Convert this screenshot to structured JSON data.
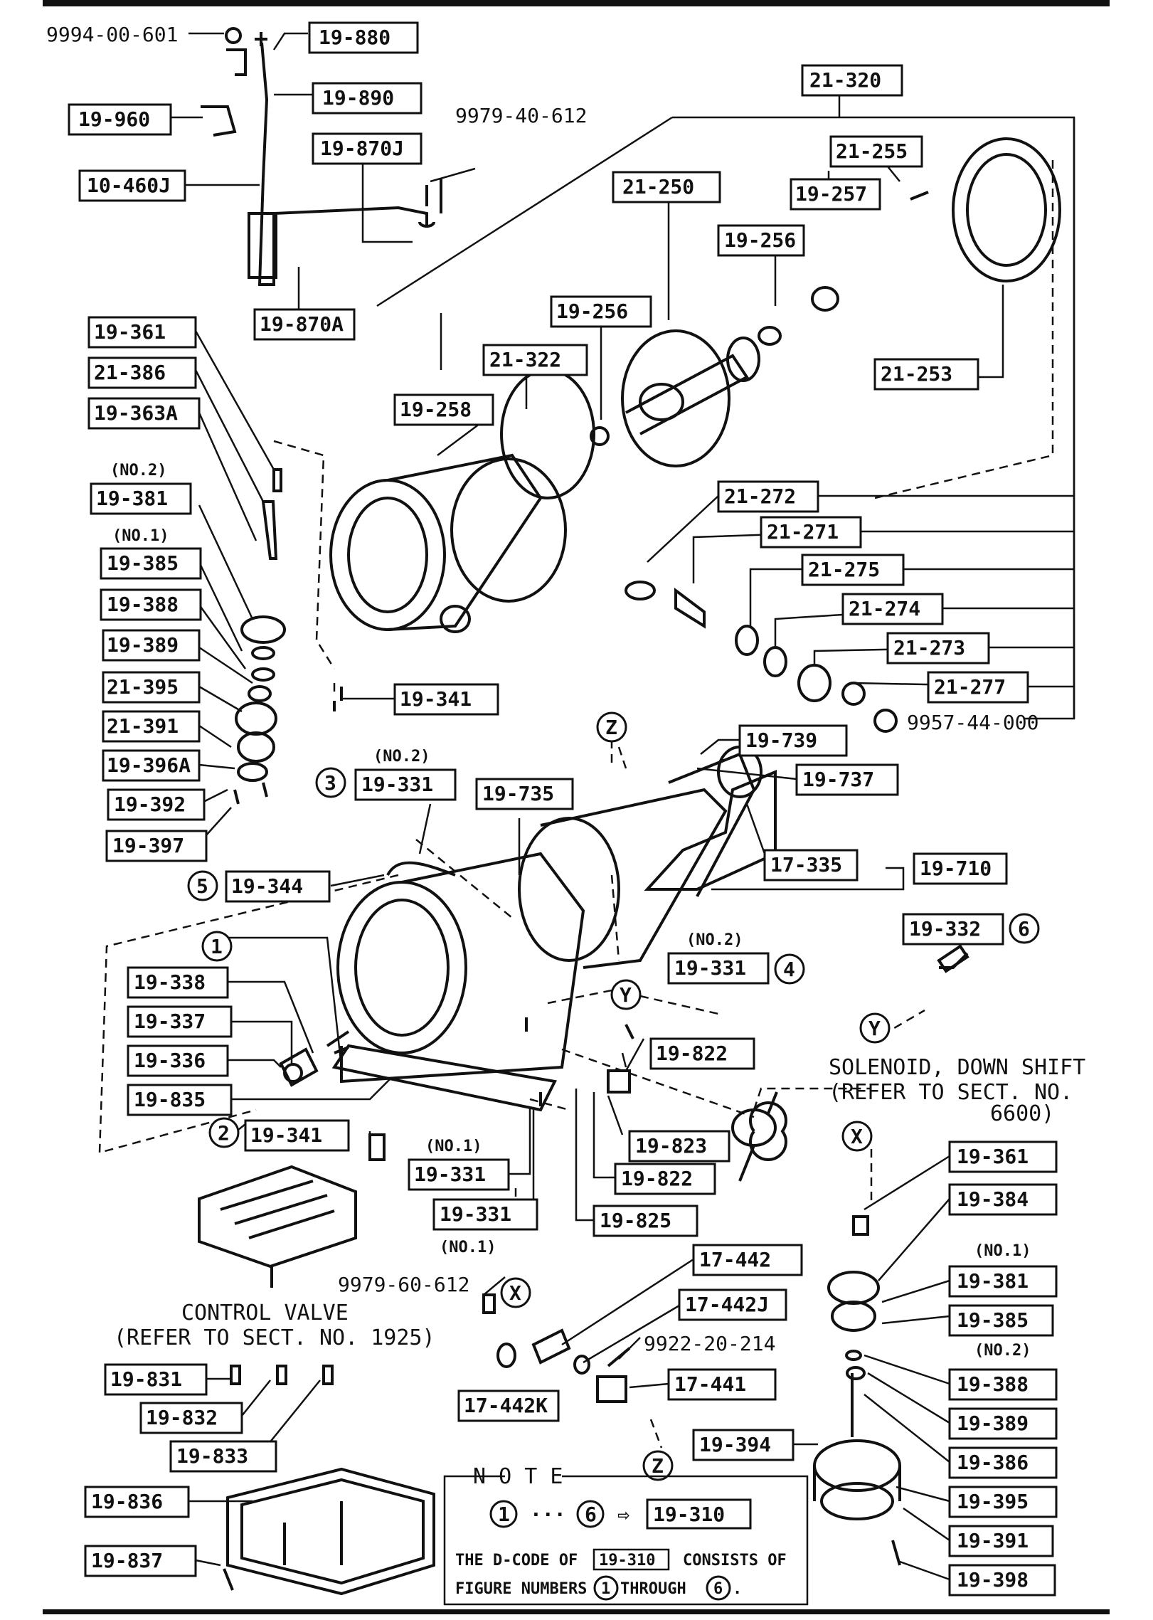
{
  "callouts": {
    "c9994_00_601": "9994-00-601",
    "c19_880": "19-880",
    "c19_960": "19-960",
    "c19_890": "19-890",
    "c10_460J": "10-460J",
    "c19_870J": "19-870J",
    "c9979_40_612": "9979-40-612",
    "c19_870A": "19-870A",
    "c21_320": "21-320",
    "c21_255": "21-255",
    "c21_250": "21-250",
    "c19_257": "19-257",
    "c19_256a": "19-256",
    "c19_256b": "19-256",
    "c21_322": "21-322",
    "c21_253": "21-253",
    "c19_258": "19-258",
    "c19_361a": "19-361",
    "c21_386": "21-386",
    "c19_363A": "19-363A",
    "no2_a": "(NO.2)",
    "c19_381a": "19-381",
    "no1_a": "(NO.1)",
    "c19_385a": "19-385",
    "c19_388a": "19-388",
    "c19_389a": "19-389",
    "c21_395": "21-395",
    "c21_391": "21-391",
    "c19_396A": "19-396A",
    "c19_392": "19-392",
    "c19_397": "19-397",
    "c19_341a": "19-341",
    "c21_272": "21-272",
    "c21_271": "21-271",
    "c21_275": "21-275",
    "c21_274": "21-274",
    "c21_273": "21-273",
    "c21_277": "21-277",
    "c9957_44_000": "9957-44-000",
    "c19_739": "19-739",
    "c19_737": "19-737",
    "no2_b": "(NO.2)",
    "c19_331a": "19-331",
    "c19_735": "19-735",
    "c17_335": "17-335",
    "c19_710": "19-710",
    "c19_344": "19-344",
    "c19_332": "19-332",
    "no2_c": "(NO.2)",
    "c19_331b": "19-331",
    "c19_338": "19-338",
    "c19_337": "19-337",
    "c19_336": "19-336",
    "c19_835": "19-835",
    "c19_822a": "19-822",
    "c19_341b": "19-341",
    "no1_b": "(NO.1)",
    "c19_331c": "19-331",
    "c19_823": "19-823",
    "c19_822b": "19-822",
    "c19_331d": "19-331",
    "no1_c": "(NO.1)",
    "c19_825": "19-825",
    "c19_361b": "19-361",
    "c19_384": "19-384",
    "no1_d": "(NO.1)",
    "c19_381b": "19-381",
    "c19_385b": "19-385",
    "no2_d": "(NO.2)",
    "c17_442": "17-442",
    "c9979_60_612": "9979-60-612",
    "c17_442J": "17-442J",
    "c9922_20_214": "9922-20-214",
    "c17_441": "17-441",
    "c17_442K": "17-442K",
    "c19_831": "19-831",
    "c19_832": "19-832",
    "c19_833": "19-833",
    "c19_394": "19-394",
    "c19_388b": "19-388",
    "c19_389b": "19-389",
    "c19_386": "19-386",
    "c19_395": "19-395",
    "c19_391": "19-391",
    "c19_398": "19-398",
    "c19_836": "19-836",
    "c19_837": "19-837"
  },
  "markers": {
    "n1": "1",
    "n2": "2",
    "n3": "3",
    "n4": "4",
    "n5": "5",
    "n6": "6",
    "z_top": "Z",
    "z_bottom": "Z",
    "y_left": "Y",
    "y_right": "Y",
    "x_left": "X",
    "x_right": "X"
  },
  "notes": {
    "solenoid_line1": "SOLENOID, DOWN SHIFT",
    "solenoid_line2": "(REFER TO SECT. NO.",
    "solenoid_line3": "6600)",
    "control_valve_line1": "CONTROL VALVE",
    "control_valve_line2": "(REFER TO SECT. NO. 1925)"
  },
  "note_box": {
    "heading": "N O T E",
    "range_start": "1",
    "range_dots": "···",
    "range_end": "6",
    "arrow": "⇨",
    "ref_code": "19-310",
    "line2_prefix": "THE D-CODE OF",
    "line2_code": "19-310",
    "line2_suffix": "CONSISTS OF",
    "line3_prefix": "FIGURE NUMBERS",
    "line3_start": "1",
    "line3_mid": "THROUGH",
    "line3_end": "6",
    "line3_end_punct": "."
  }
}
